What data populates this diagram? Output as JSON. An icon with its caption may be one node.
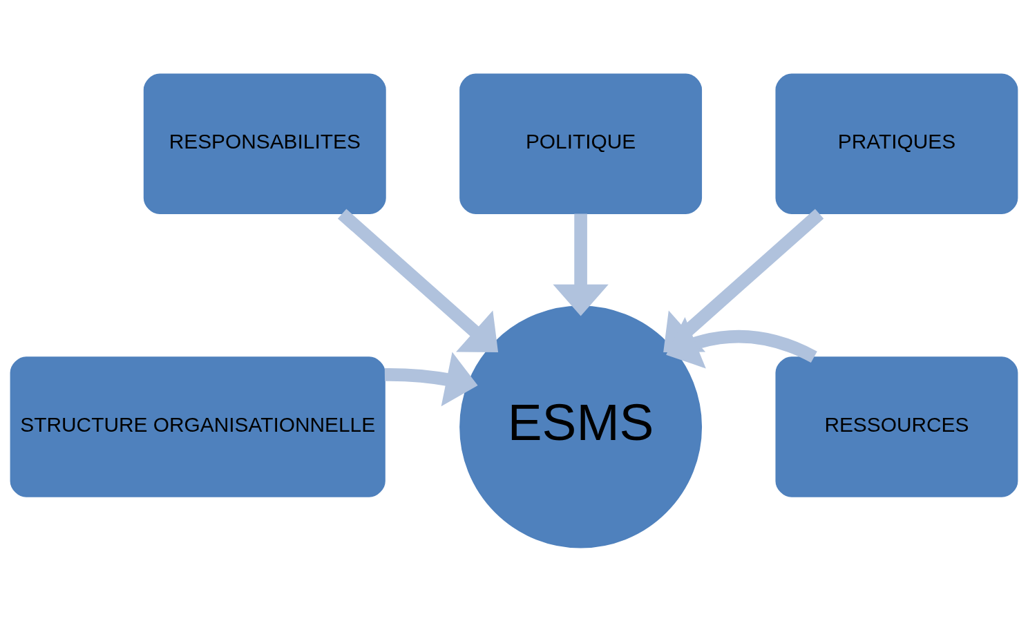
{
  "diagram": {
    "nodes": [
      {
        "text": [
          "POLITIQUE"
        ]
      },
      {
        "text": [
          "RESPONSABILITES"
        ]
      },
      {
        "text": [
          "PRATIQUES"
        ]
      },
      {
        "text": [
          "STRUCTURE ORGANISATIONNELLE"
        ]
      },
      {
        "text": [
          "ESMS"
        ]
      },
      {
        "text": [
          "RESSOURCES"
        ]
      }
    ],
    "edges": [
      {
        "from": 0,
        "to": 4,
        "arrow": "to"
      },
      {
        "from": 1,
        "to": 4,
        "arrow": "to"
      },
      {
        "from": 2,
        "to": 4,
        "arrow": "to"
      },
      {
        "from": 3,
        "to": 4,
        "arrow": "to"
      },
      {
        "from": 5,
        "to": 4,
        "arrow": "to"
      }
    ]
  }
}
